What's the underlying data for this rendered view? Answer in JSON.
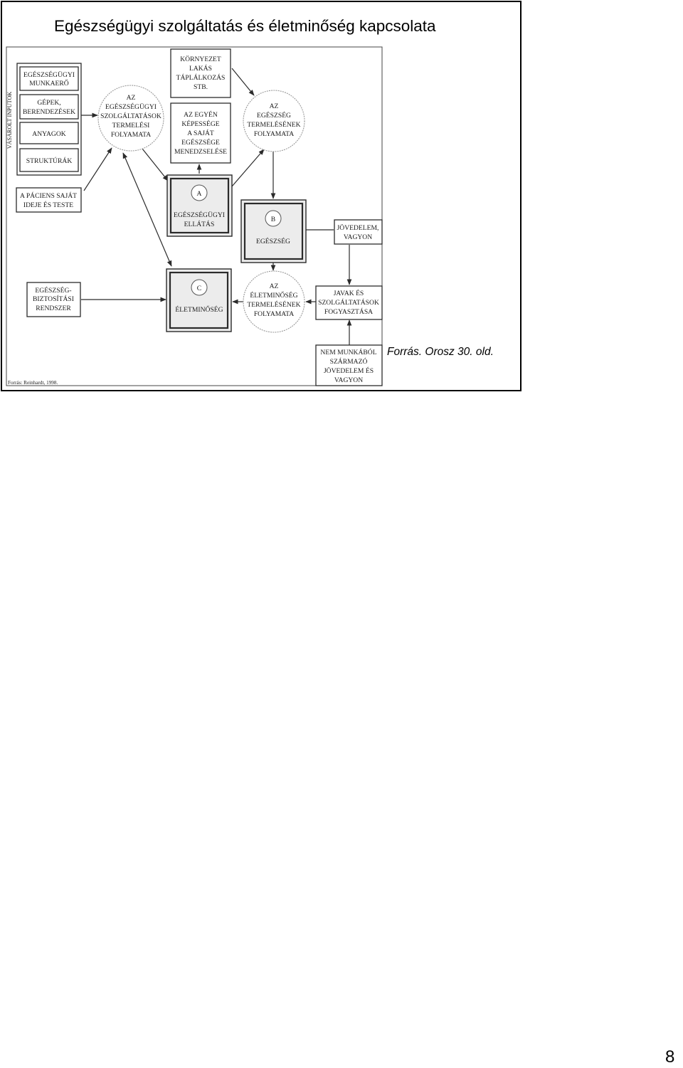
{
  "slide": {
    "title": "Egészségügyi szolgáltatás és életminőség kapcsolata",
    "source_caption": "Forrás. Orosz 30. old.",
    "page_number": "8"
  },
  "diagram": {
    "inputs_side_label": "VÁSÁROLT INPUTOK",
    "inputs": {
      "workforce": [
        "EGÉSZSÉGÜGYI",
        "MUNKAERŐ"
      ],
      "machines": [
        "GÉPEK,",
        "BERENDEZÉSEK"
      ],
      "materials": [
        "ANYAGOK"
      ],
      "structures": [
        "STRUKTÚRÁK"
      ]
    },
    "patient_own": [
      "A PÁCIENS SAJÁT",
      "IDEJE ÉS TESTE"
    ],
    "insurance": [
      "EGÉSZSÉG-",
      "BIZTOSÍTÁSI",
      "RENDSZER"
    ],
    "environment": [
      "KÖRNYEZET",
      "LAKÁS",
      "TÁPLÁLKOZÁS",
      "STB."
    ],
    "self_management": [
      "AZ EGYÉN",
      "KÉPESSÉGE",
      "A SAJÁT",
      "EGÉSZSÉGE",
      "MENEDZSELÉSE"
    ],
    "income_wealth": [
      "JÖVEDELEM,",
      "VAGYON"
    ],
    "consumption": [
      "JAVAK ÉS",
      "SZOLGÁLTATÁSOK",
      "FOGYASZTÁSA"
    ],
    "non_labor_income": [
      "NEM MUNKÁBÓL",
      "SZÁRMAZÓ",
      "JÖVEDELEM ÉS",
      "VAGYON"
    ],
    "processes": {
      "health_services": [
        "AZ",
        "EGÉSZSÉGÜGYI",
        "SZOLGÁLTATÁSOK",
        "TERMELÉSI",
        "FOLYAMATA"
      ],
      "health_production": [
        "AZ",
        "EGÉSZSÉG",
        "TERMELÉSÉNEK",
        "FOLYAMATA"
      ],
      "quality_of_life": [
        "AZ",
        "ÉLETMINŐSÉG",
        "TERMELÉSÉNEK",
        "FOLYAMATA"
      ]
    },
    "outcomes": {
      "A": {
        "marker": "A",
        "label": [
          "EGÉSZSÉGÜGYI",
          "ELLÁTÁS"
        ]
      },
      "B": {
        "marker": "B",
        "label": [
          "EGÉSZSÉG"
        ]
      },
      "C": {
        "marker": "C",
        "label": [
          "ÉLETMINŐSÉG"
        ]
      }
    },
    "credit": "Forrás: Reinhardt, 1998."
  }
}
